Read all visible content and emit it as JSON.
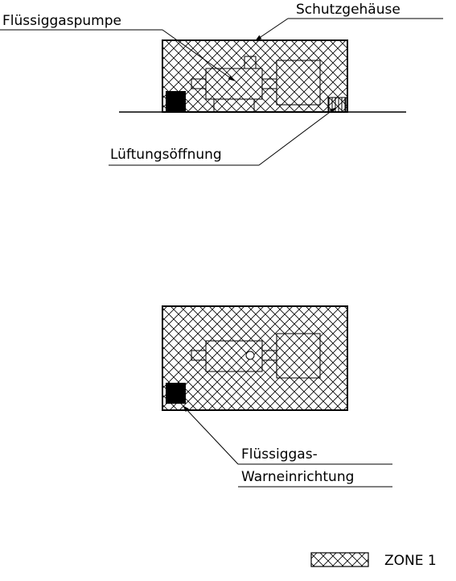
{
  "side_view": {
    "pump_label": "Flüssiggaspumpe",
    "housing_label": "Schutzgehäuse",
    "vent_label": "Lüftungsöffnung"
  },
  "top_view": {
    "warning_label_line1": "Flüssiggas-",
    "warning_label_line2": "Warneinrichtung"
  },
  "legend": {
    "zone_label": "ZONE 1"
  },
  "colors": {
    "line": "#000000",
    "background": "#ffffff",
    "sensor_fill": "#000000"
  }
}
